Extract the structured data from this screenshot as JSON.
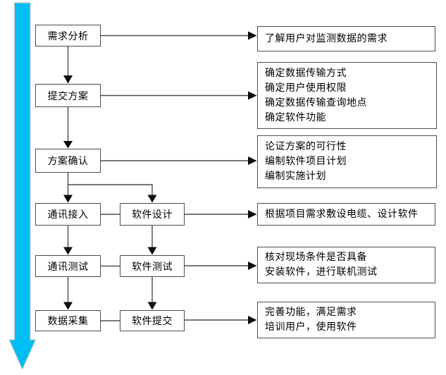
{
  "flow": {
    "left_steps": [
      {
        "label": "需求分析"
      },
      {
        "label": "提交方案"
      },
      {
        "label": "方案确认"
      },
      {
        "label": "通讯接入"
      },
      {
        "label": "通讯测试"
      },
      {
        "label": "数据采集"
      }
    ],
    "middle_steps": [
      {
        "label": "软件设计"
      },
      {
        "label": "软件测试"
      },
      {
        "label": "软件提交"
      }
    ],
    "notes": [
      {
        "lines": [
          "了解用户对监测数据的需求"
        ]
      },
      {
        "lines": [
          "确定数据传输方式",
          "确定用户使用权限",
          "确定数据传输查询地点",
          "确定软件功能"
        ]
      },
      {
        "lines": [
          "论证方案的可行性",
          "编制软件项目计划",
          "编制实施计划"
        ]
      },
      {
        "lines": [
          "根据项目需求敷设电缆、设计软件"
        ]
      },
      {
        "lines": [
          "核对现场条件是否具备",
          "安装软件，进行联机测试"
        ]
      },
      {
        "lines": [
          "完善功能，满足需求",
          "培训用户，使用软件"
        ]
      }
    ],
    "colors": {
      "timeline_arrow": "#00BEF2",
      "connector_line": "#4a4a4a",
      "arrowhead": "#0d0d0d",
      "box_border": "#4d4d4d"
    }
  }
}
